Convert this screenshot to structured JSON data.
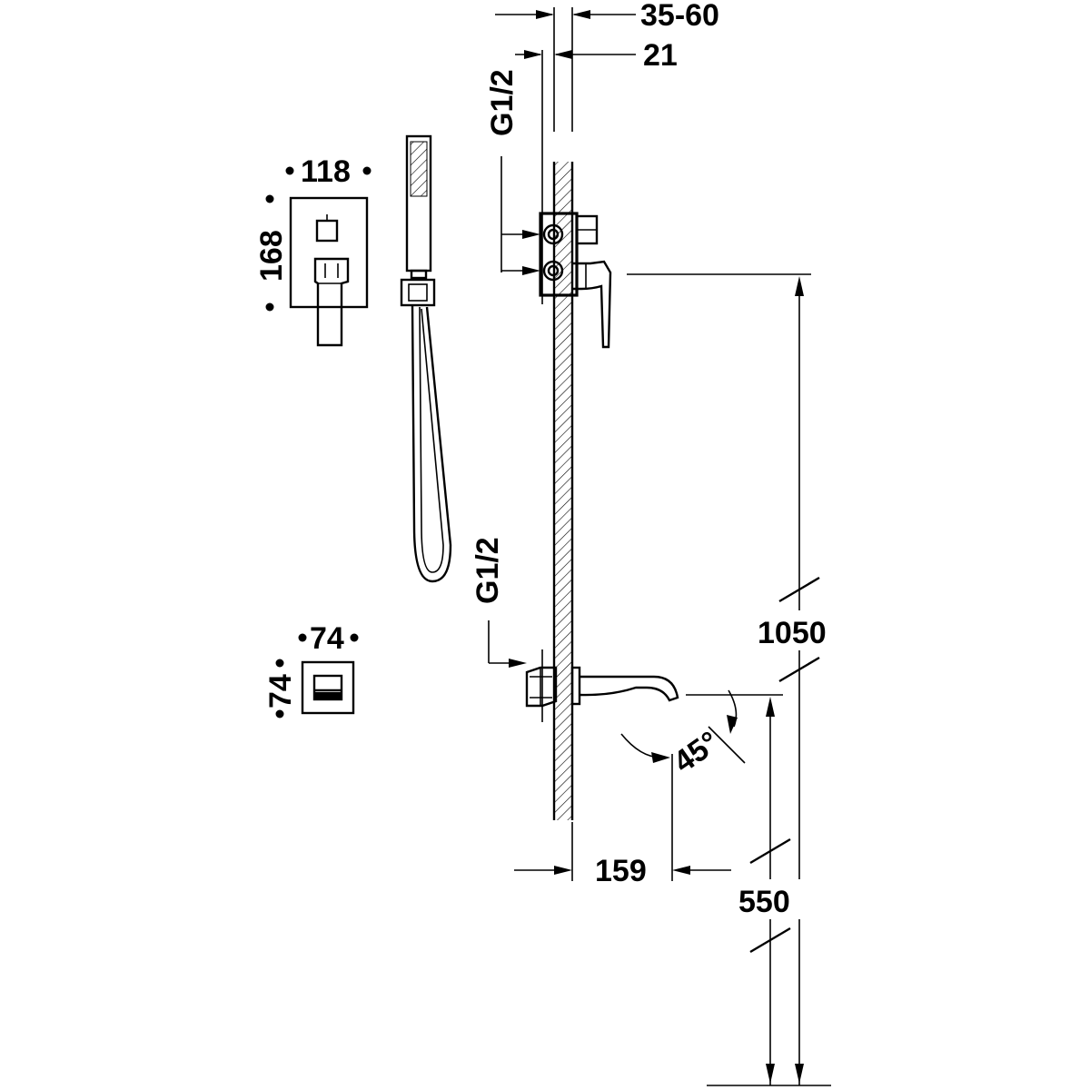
{
  "dimensions": {
    "wall_thickness": "35-60",
    "tile_thickness": "21",
    "thread_upper": "G1/2",
    "thread_lower": "G1/2",
    "plate_width": "118",
    "plate_height": "168",
    "small_plate_width": "74",
    "small_plate_height": "74",
    "mixer_height": "1050",
    "spout_height": "550",
    "spout_projection": "159",
    "spout_angle": "45°"
  },
  "colors": {
    "line": "#000000",
    "background": "#ffffff"
  }
}
